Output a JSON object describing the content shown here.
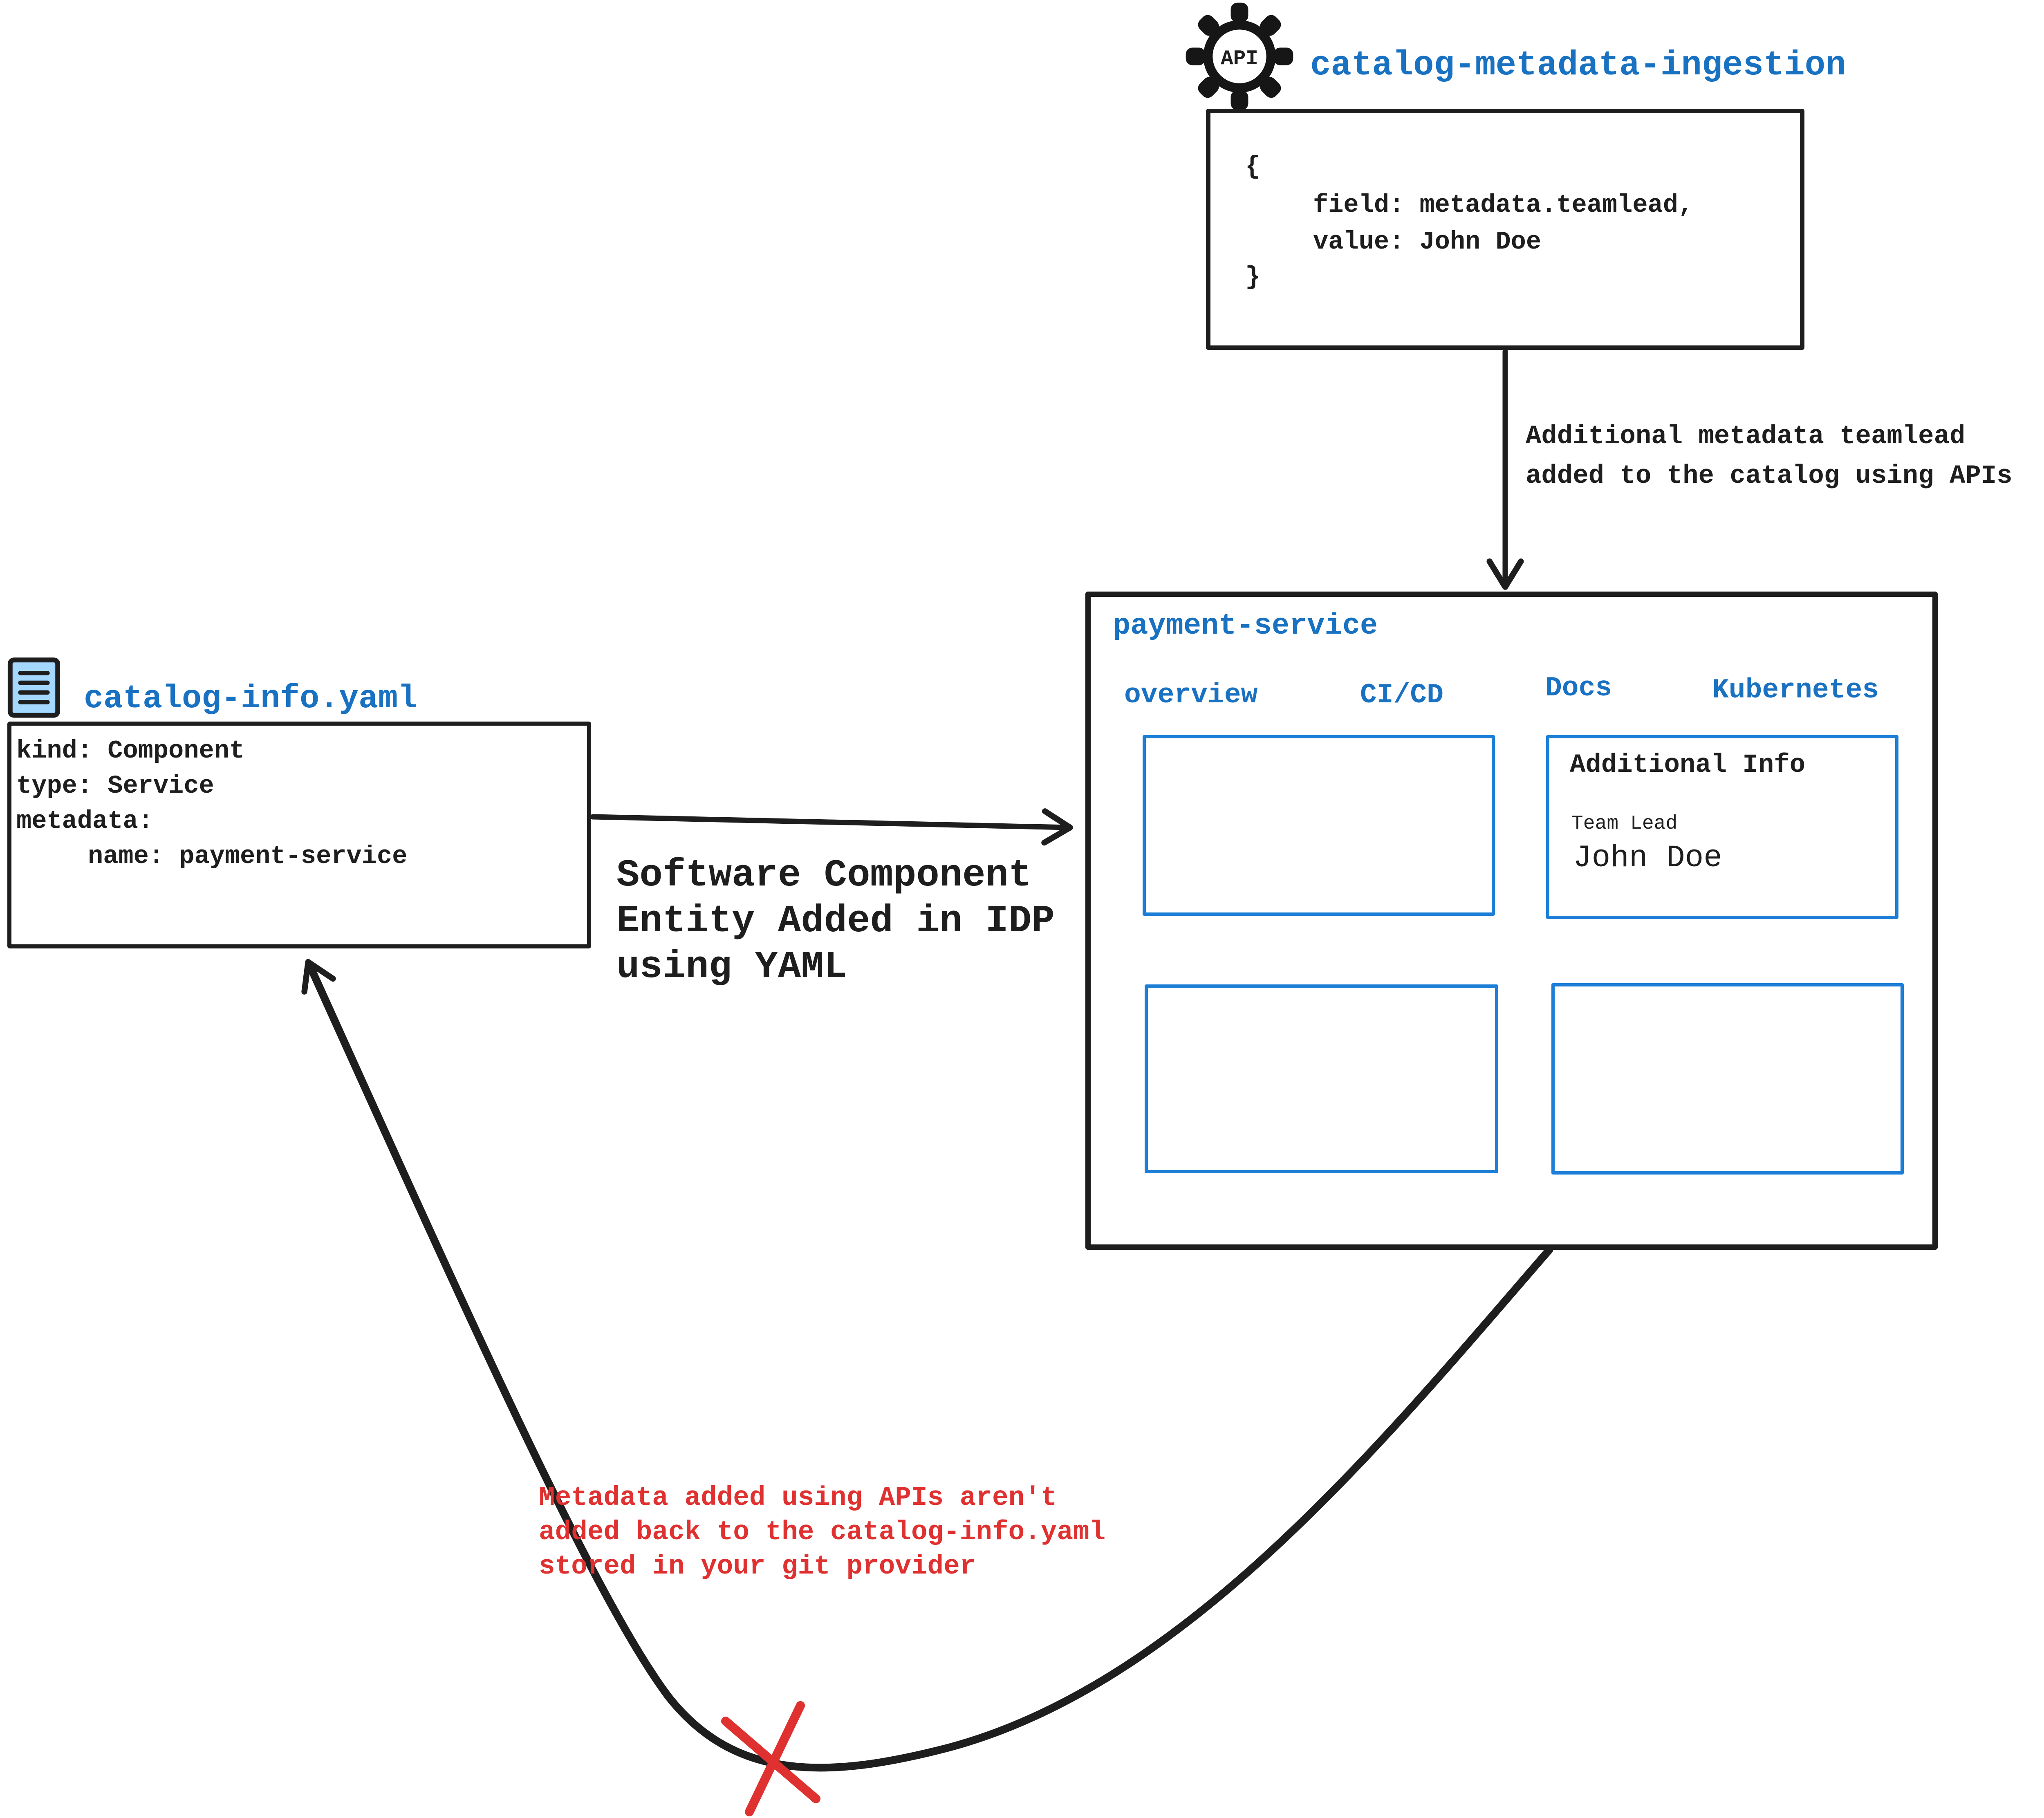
{
  "colors": {
    "accent_blue": "#1971c2",
    "panel_border_blue": "#1c7ed6",
    "stroke_black": "#1e1e1e",
    "warning_red": "#e03131",
    "file_icon_fill": "#a5d8ff"
  },
  "ingestion": {
    "icon_label": "API",
    "title": "catalog-metadata-ingestion",
    "code_open": "{",
    "code_field": "field: metadata.teamlead,",
    "code_value": "value: John Doe",
    "code_close": "}"
  },
  "api_arrow_note": {
    "line1": "Additional metadata teamlead",
    "line2": "added to the catalog using APIs"
  },
  "payment_service": {
    "title": "payment-service",
    "tabs": [
      {
        "label": "overview"
      },
      {
        "label": "CI/CD"
      },
      {
        "label": "Docs"
      },
      {
        "label": "Kubernetes"
      }
    ],
    "additional_info": {
      "heading": "Additional Info",
      "field_label": "Team Lead",
      "field_value": "John Doe"
    }
  },
  "catalog_file": {
    "title": "catalog-info.yaml",
    "yaml_line1": "kind: Component",
    "yaml_line2": "type: Service",
    "yaml_line3": "metadata:",
    "yaml_line4": "name: payment-service"
  },
  "yaml_arrow_note": {
    "line1": "Software Component",
    "line2": "Entity Added in IDP",
    "line3": "using YAML"
  },
  "warning_note": {
    "line1": "Metadata added using APIs aren't",
    "line2": "added back to the catalog-info.yaml",
    "line3": "stored in your git provider"
  }
}
